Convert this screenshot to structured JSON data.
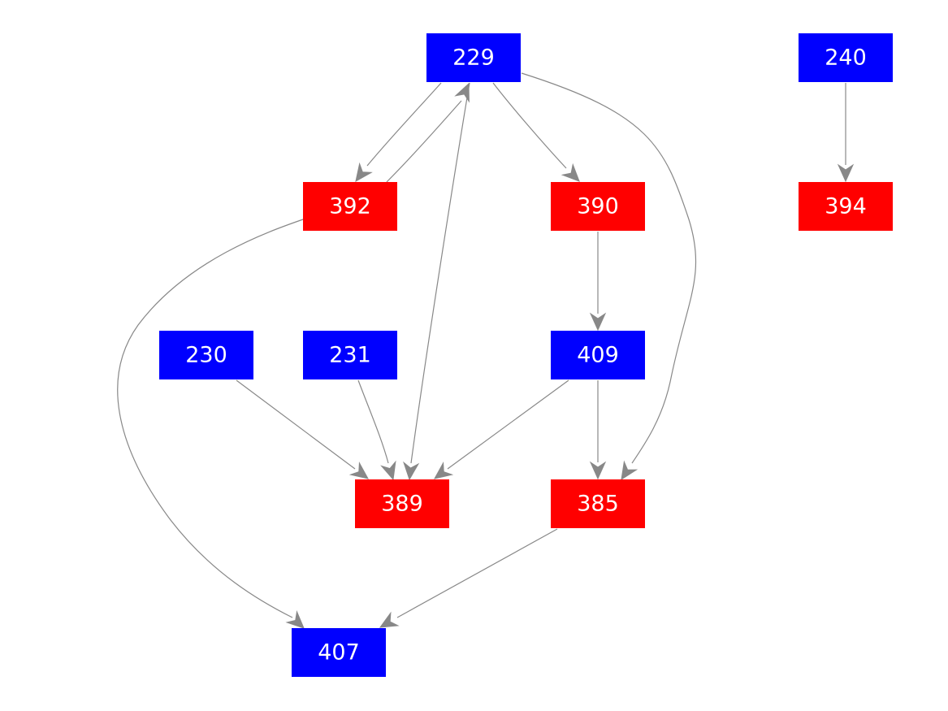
{
  "colors": {
    "blue_node": "#0000ff",
    "red_node": "#ff0000",
    "edge": "#888888",
    "label": "#ffffff"
  },
  "nodes": [
    {
      "id": "229",
      "label": "229",
      "color": "blue"
    },
    {
      "id": "240",
      "label": "240",
      "color": "blue"
    },
    {
      "id": "392",
      "label": "392",
      "color": "red"
    },
    {
      "id": "390",
      "label": "390",
      "color": "red"
    },
    {
      "id": "394",
      "label": "394",
      "color": "red"
    },
    {
      "id": "230",
      "label": "230",
      "color": "blue"
    },
    {
      "id": "231",
      "label": "231",
      "color": "blue"
    },
    {
      "id": "409",
      "label": "409",
      "color": "blue"
    },
    {
      "id": "389",
      "label": "389",
      "color": "red"
    },
    {
      "id": "385",
      "label": "385",
      "color": "red"
    },
    {
      "id": "407",
      "label": "407",
      "color": "blue"
    }
  ],
  "edges": [
    {
      "from": "229",
      "to": "392"
    },
    {
      "from": "392",
      "to": "229"
    },
    {
      "from": "229",
      "to": "390"
    },
    {
      "from": "229",
      "to": "389"
    },
    {
      "from": "229",
      "to": "385"
    },
    {
      "from": "240",
      "to": "394"
    },
    {
      "from": "390",
      "to": "409"
    },
    {
      "from": "392",
      "to": "407"
    },
    {
      "from": "230",
      "to": "389"
    },
    {
      "from": "231",
      "to": "389"
    },
    {
      "from": "409",
      "to": "389"
    },
    {
      "from": "409",
      "to": "385"
    },
    {
      "from": "385",
      "to": "407"
    }
  ]
}
